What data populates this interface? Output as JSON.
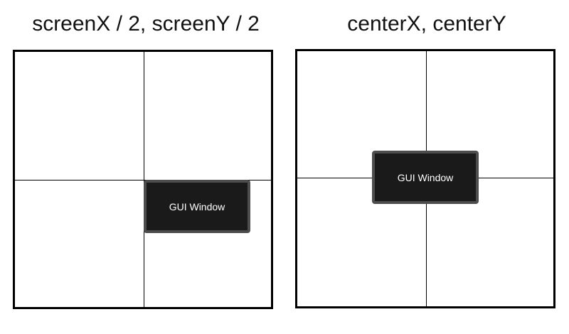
{
  "panels": [
    {
      "title": "screenX / 2, screenY / 2",
      "window_label": "GUI Window"
    },
    {
      "title": "centerX, centerY",
      "window_label": "GUI Window"
    }
  ]
}
